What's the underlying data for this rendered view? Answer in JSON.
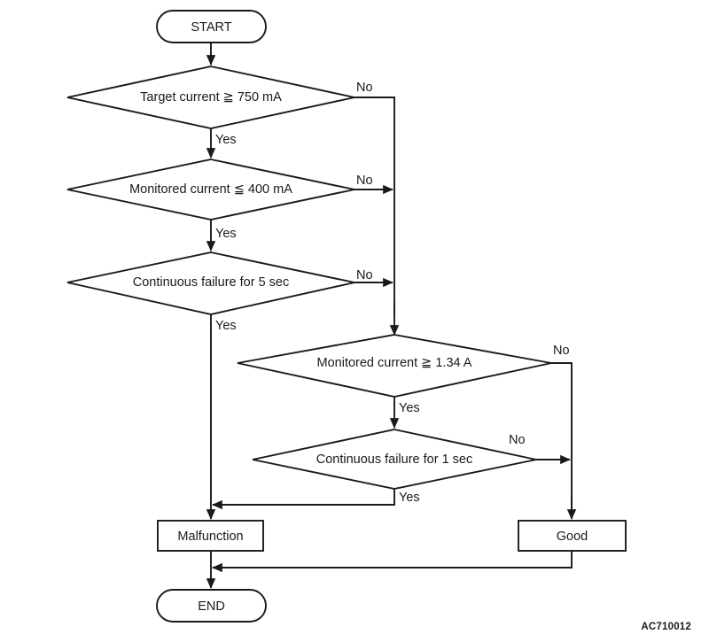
{
  "diagram": {
    "type": "flowchart",
    "title_visible": false,
    "reference_code": "AC710012",
    "line_color": "#1a1a1a",
    "fill_color": "#ffffff",
    "background": "#ffffff",
    "nodes": {
      "start": {
        "label": "START",
        "shape": "terminator"
      },
      "decision_target_current": {
        "label": "Target current ≧ 750 mA",
        "shape": "decision"
      },
      "decision_monitored_400": {
        "label": "Monitored current ≦ 400 mA",
        "shape": "decision"
      },
      "decision_failure_5sec": {
        "label": "Continuous failure for 5 sec",
        "shape": "decision"
      },
      "decision_monitored_134": {
        "label": "Monitored current ≧ 1.34 A",
        "shape": "decision"
      },
      "decision_failure_1sec": {
        "label": "Continuous failure for 1 sec",
        "shape": "decision"
      },
      "result_malfunction": {
        "label": "Malfunction",
        "shape": "process"
      },
      "result_good": {
        "label": "Good",
        "shape": "process"
      },
      "end": {
        "label": "END",
        "shape": "terminator"
      }
    },
    "edge_labels": {
      "no_target_current": "No",
      "yes_target_current": "Yes",
      "no_monitored_400": "No",
      "yes_monitored_400": "Yes",
      "no_failure_5sec": "No",
      "yes_failure_5sec": "Yes",
      "no_monitored_134": "No",
      "yes_monitored_134": "Yes",
      "no_failure_1sec": "No",
      "yes_failure_1sec": "Yes"
    }
  }
}
